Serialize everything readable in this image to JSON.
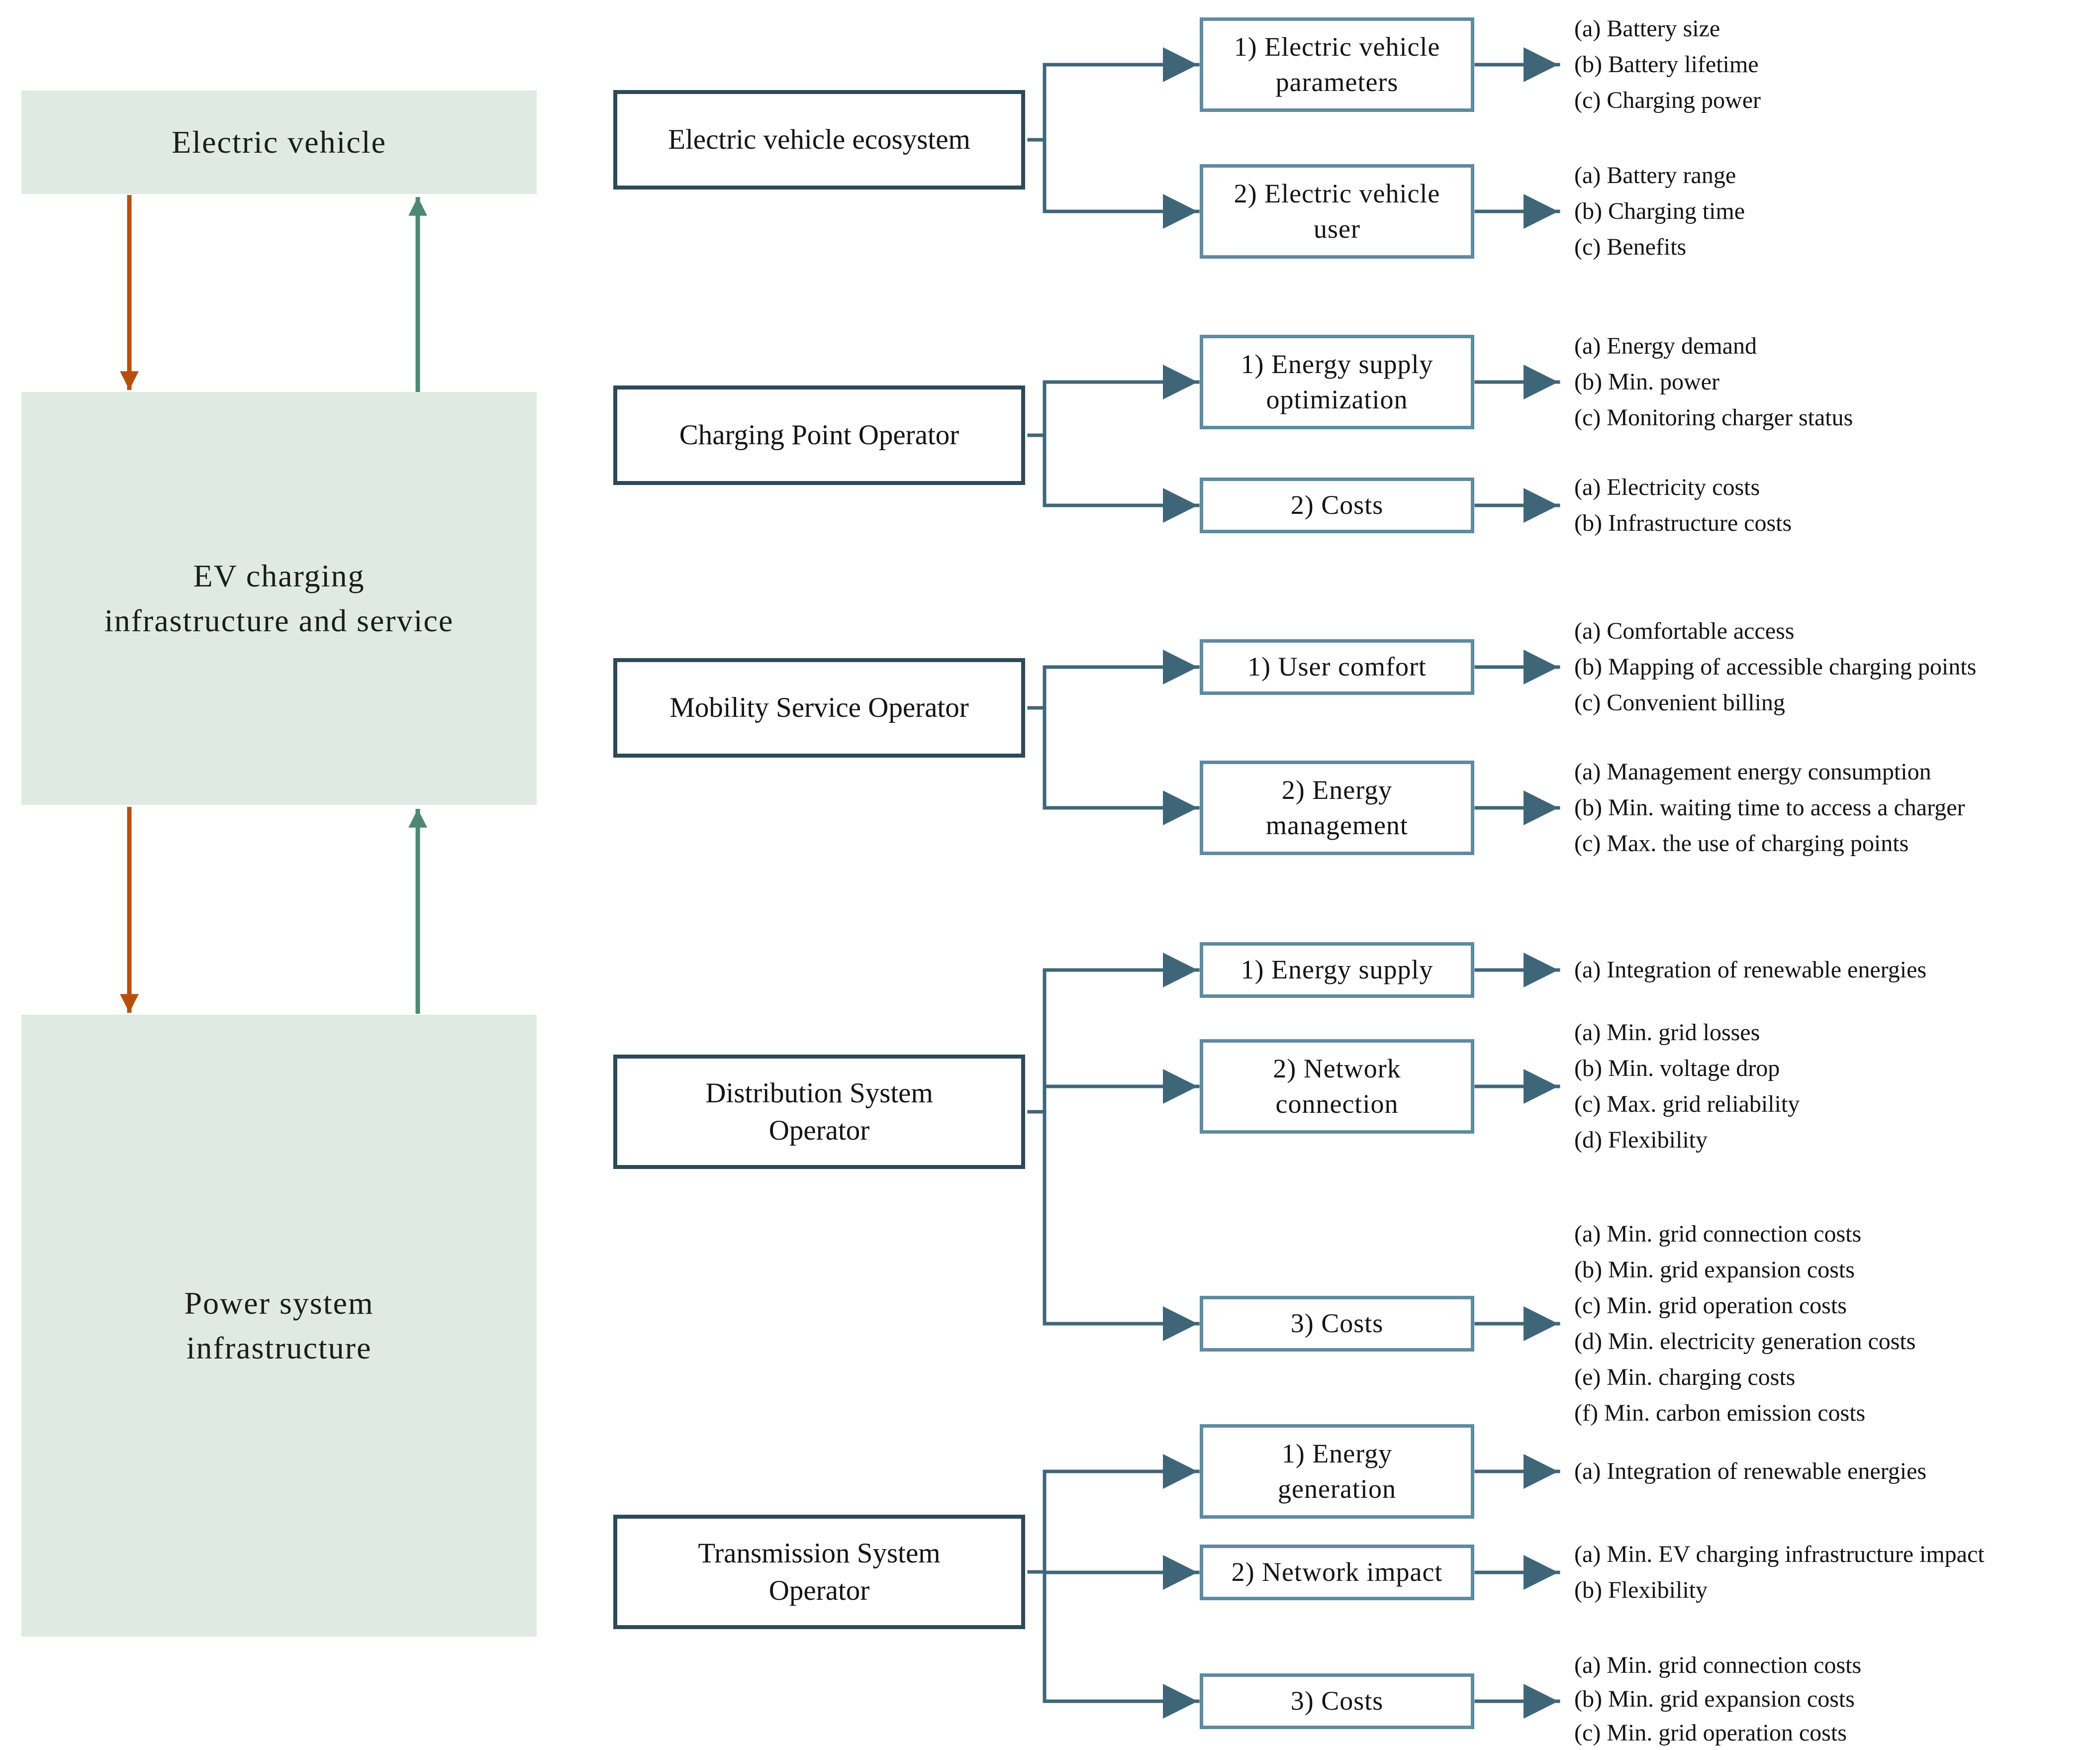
{
  "figure": {
    "left_column": [
      {
        "line1": "Electric vehicle",
        "line2": ""
      },
      {
        "line1": "EV charging",
        "line2": "infrastructure and service"
      },
      {
        "line1": "Power system",
        "line2": "infrastructure"
      }
    ],
    "sections": [
      {
        "parent": {
          "line1": "Electric vehicle ecosystem",
          "line2": ""
        },
        "children": [
          {
            "line1": "1) Electric vehicle",
            "line2": "parameters",
            "items": [
              "(a) Battery size",
              "(b) Battery lifetime",
              "(c) Charging power"
            ]
          },
          {
            "line1": "2) Electric vehicle",
            "line2": "user",
            "items": [
              "(a) Battery range",
              "(b) Charging time",
              "(c) Benefits"
            ]
          }
        ]
      },
      {
        "parent": {
          "line1": "Charging Point Operator",
          "line2": ""
        },
        "children": [
          {
            "line1": "1) Energy supply",
            "line2": "optimization",
            "items": [
              "(a) Energy demand",
              "(b) Min. power",
              "(c) Monitoring charger status"
            ]
          },
          {
            "line1": "2) Costs",
            "line2": "",
            "items": [
              "(a) Electricity costs",
              "(b) Infrastructure costs"
            ]
          }
        ]
      },
      {
        "parent": {
          "line1": "Mobility Service Operator",
          "line2": ""
        },
        "children": [
          {
            "line1": "1) User comfort",
            "line2": "",
            "items": [
              "(a) Comfortable access",
              "(b) Mapping of accessible charging points",
              "(c) Convenient billing"
            ]
          },
          {
            "line1": "2) Energy",
            "line2": "management",
            "items": [
              "(a) Management energy consumption",
              "(b) Min. waiting time to access a charger",
              "(c) Max. the use of charging points"
            ]
          }
        ]
      },
      {
        "parent": {
          "line1": "Distribution System",
          "line2": "Operator"
        },
        "children": [
          {
            "line1": "1) Energy supply",
            "line2": "",
            "items": [
              "(a) Integration of renewable energies"
            ]
          },
          {
            "line1": "2) Network",
            "line2": "connection",
            "items": [
              "(a) Min. grid losses",
              "(b) Min. voltage drop",
              "(c) Max. grid reliability",
              "(d) Flexibility"
            ]
          },
          {
            "line1": "3) Costs",
            "line2": "",
            "items": [
              "(a) Min. grid connection costs",
              "(b) Min. grid expansion costs",
              "(c) Min. grid operation costs",
              "(d) Min. electricity generation costs",
              "(e) Min. charging costs",
              "(f) Min. carbon emission costs"
            ]
          }
        ]
      },
      {
        "parent": {
          "line1": "Transmission System",
          "line2": "Operator"
        },
        "children": [
          {
            "line1": "1) Energy",
            "line2": "generation",
            "items": [
              "(a) Integration of renewable energies"
            ]
          },
          {
            "line1": "2) Network impact",
            "line2": "",
            "items": [
              "(a) Min. EV charging infrastructure impact",
              "(b) Flexibility"
            ]
          },
          {
            "line1": "3) Costs",
            "line2": "",
            "items": [
              "(a) Min. grid connection costs",
              "(b) Min. grid expansion costs",
              "(c) Min. grid operation costs"
            ]
          }
        ]
      }
    ],
    "colors": {
      "green_box_fill": "#dfeae3",
      "parent_border": "#2c4a57",
      "child_border": "#5f8aa0",
      "connector": "#3f6678",
      "arrow_down": "#b5500f",
      "arrow_up": "#4e8871"
    }
  }
}
